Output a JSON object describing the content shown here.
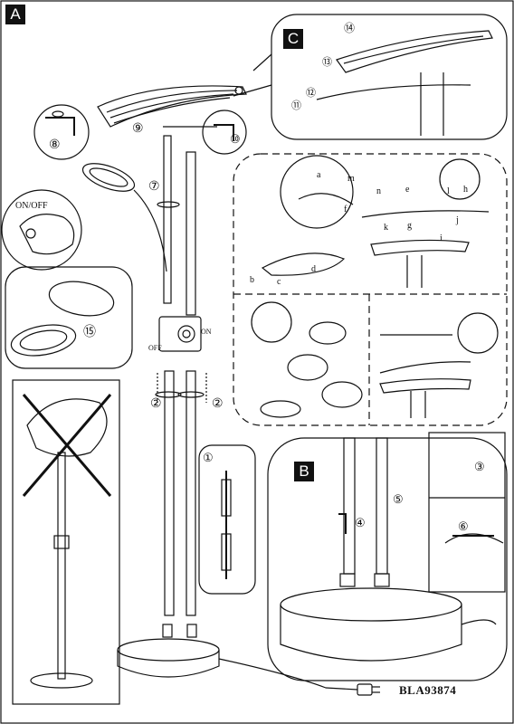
{
  "sections": {
    "a": "A",
    "b": "B",
    "c": "C"
  },
  "labels": {
    "on_off": "ON/OFF",
    "off": "OFF",
    "on": "ON",
    "model_code": "BLA93874"
  },
  "steps": [
    "①",
    "②",
    "③",
    "④",
    "⑤",
    "⑥",
    "⑦",
    "⑧",
    "⑨",
    "⑩",
    "⑪",
    "⑫",
    "⑬",
    "⑭",
    "⑮"
  ],
  "parts": [
    "a",
    "b",
    "c",
    "d",
    "e",
    "f",
    "g",
    "h",
    "i",
    "j",
    "k",
    "l",
    "m",
    "n"
  ]
}
